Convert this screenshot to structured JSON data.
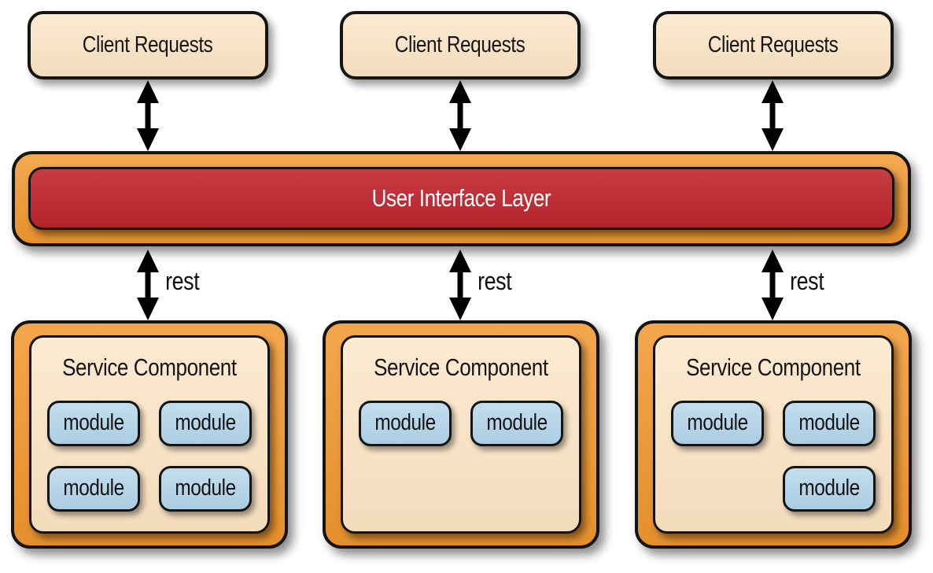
{
  "clients": [
    {
      "label": "Client Requests"
    },
    {
      "label": "Client Requests"
    },
    {
      "label": "Client Requests"
    }
  ],
  "ui_layer": {
    "label": "User Interface Layer"
  },
  "connections": [
    {
      "label": "rest"
    },
    {
      "label": "rest"
    },
    {
      "label": "rest"
    }
  ],
  "service_components": [
    {
      "title": "Service Component",
      "modules": [
        "module",
        "module",
        "module",
        "module"
      ]
    },
    {
      "title": "Service Component",
      "modules": [
        "module",
        "module"
      ]
    },
    {
      "title": "Service Component",
      "modules": [
        "module",
        "module",
        "module"
      ]
    }
  ],
  "colors": {
    "box_fill_cream": "#FBE3C2",
    "accent_orange": "#F2982F",
    "ui_layer_red": "#C2262F",
    "module_blue": "#B3D5EA",
    "border_black": "#141414",
    "arrow_black": "#000000",
    "ui_text_white": "#FFFFFF"
  }
}
